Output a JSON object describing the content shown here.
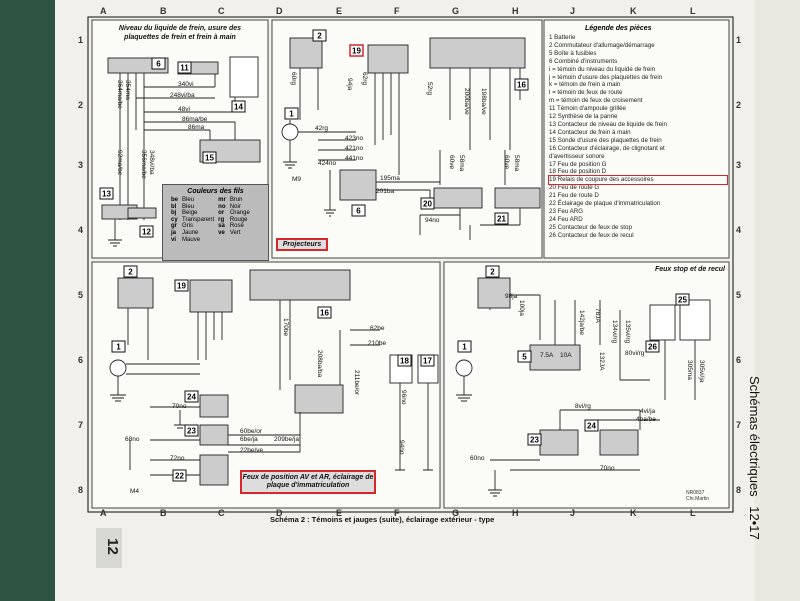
{
  "page": {
    "page_number": "12",
    "side_title": "Schémas électriques",
    "side_page": "12•17",
    "schema_caption": "Schéma 2 : Témoins et jauges (suite), éclairage extérieur - type",
    "corner_note_1": "NR0837",
    "corner_note_2": "Chr.Martin"
  },
  "grid": {
    "columns": [
      "A",
      "B",
      "C",
      "D",
      "E",
      "F",
      "G",
      "H",
      "J",
      "K",
      "L"
    ],
    "rows": [
      "1",
      "2",
      "3",
      "4",
      "5",
      "6",
      "7",
      "8"
    ]
  },
  "panels": {
    "top_left_caption": "Niveau du liquide de frein, usure des plaquettes de frein et frein à main",
    "projecteurs_caption": "Projecteurs",
    "feux_position_caption": "Feux de position AV et AR, éclairage de plaque d'immatriculation",
    "feux_stop_caption": "Feux stop et de recul"
  },
  "legend": {
    "title": "Légende des pièces",
    "items": [
      "1  Batterie",
      "2  Commutateur d'allumage/démarrage",
      "5  Boîte à fusibles",
      "6  Combiné d'instruments",
      "   i = témoin du niveau du liquide de frein",
      "   j = témoin d'usure des plaquettes de frein",
      "   k = témoin de frein à main",
      "   l = témoin de feux de route",
      "   m = témoin de feux de croisement",
      "11 Témoin d'ampoule grillée",
      "12 Synthèse de la panne",
      "13 Contacteur de niveau de liquide de frein",
      "14 Contacteur de frein à main",
      "15 Sonde d'usure des plaquettes de frein",
      "16 Contacteur d'éclairage, de clignotant et",
      "   d'avertisseur sonore",
      "17 Feu de position G",
      "18 Feu de position D",
      "19 Relais de coupure des accessoires",
      "20 Feu de route G",
      "21 Feu de route D",
      "22 Éclairage de plaque d'immatriculation",
      "23 Feu ARG",
      "24 Feu ARD",
      "25 Contacteur de feux de stop",
      "26 Contacteur de feux de recul"
    ]
  },
  "couleurs": {
    "title": "Couleurs des fils",
    "rows": [
      [
        "be",
        "Bleu",
        "mr",
        "Brun"
      ],
      [
        "bl",
        "Bleu",
        "no",
        "Noir"
      ],
      [
        "bj",
        "Beige",
        "or",
        "Orange"
      ],
      [
        "cy",
        "Transparent",
        "rg",
        "Rouge"
      ],
      [
        "gr",
        "Gris",
        "sa",
        "Rose"
      ],
      [
        "ja",
        "Jaune",
        "ve",
        "Vert"
      ],
      [
        "vi",
        "Mauve",
        "",
        ""
      ]
    ]
  },
  "wires": {
    "w1": "340vi",
    "w2": "248vi/ba",
    "w3": "48vi",
    "w4": "86ma/be",
    "w5": "86ma",
    "w6": "364ma/be",
    "w7": "354ma",
    "w8": "92ma/be",
    "w9": "356ma/be",
    "w10": "348vi/ba",
    "w11": "42rg",
    "w12": "424no",
    "w13": "423no",
    "w14": "421no",
    "w15": "441no",
    "w16": "195ma",
    "w17": "201ba",
    "w18": "60rg",
    "w19": "94ja",
    "w20": "62rg",
    "w21": "200ba/ve",
    "w22": "198ba/ve",
    "w23": "94no",
    "w24": "52rg",
    "w25": "60ve",
    "w26": "58ma",
    "w27": "60ve",
    "w28": "58ma",
    "w29": "62be",
    "w30": "210be",
    "w31": "170be",
    "w32": "70no",
    "w33": "68no",
    "w34": "72no",
    "w35": "60be/or",
    "w36": "6be/ja",
    "w37": "22be/ve",
    "w38": "209be/ja",
    "w39": "208ba/ba",
    "w40": "211be/or",
    "w41": "96no",
    "w42": "94no",
    "w43": "98ja",
    "w44": "100ja",
    "w45": "142ja/be",
    "w46": "78JA",
    "w47": "132JA",
    "w48": "134vi/rg",
    "w49": "135vi/rg",
    "w50": "80vi/rg",
    "w51": "8vi/rg",
    "w52": "305ma",
    "w53": "305vi/ja",
    "w54": "4vi/ja",
    "w55": "4ba/be",
    "w56": "60no",
    "w57": "70no",
    "w58": "M4",
    "w59": "M9",
    "w60": "7.5A",
    "w61": "10A"
  },
  "components": [
    "1",
    "2",
    "5",
    "6",
    "11",
    "12",
    "13",
    "14",
    "15",
    "16",
    "17",
    "18",
    "19",
    "20",
    "21",
    "22",
    "23",
    "24",
    "25",
    "26"
  ]
}
